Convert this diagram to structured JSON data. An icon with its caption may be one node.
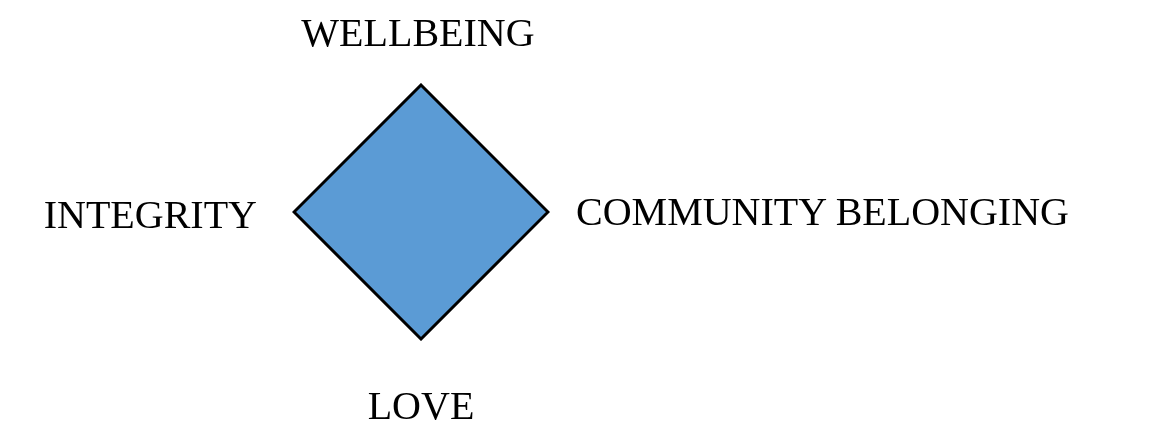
{
  "diagram": {
    "nodes": [
      {
        "text": [],
        "shape": "diamond",
        "beside": [
          "WELLBEING",
          "INTEGRITY",
          "COMMUNITY BELONGING",
          "LOVE"
        ]
      }
    ]
  }
}
